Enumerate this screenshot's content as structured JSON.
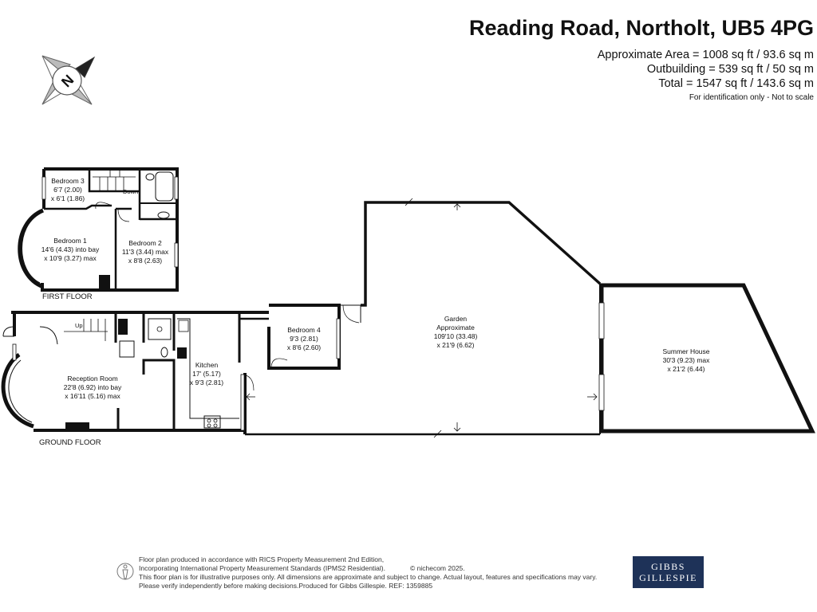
{
  "header": {
    "title": "Reading Road, Northolt, UB5 4PG",
    "area_lines": [
      "Approximate Area = 1008 sq ft / 93.6 sq m",
      "Outbuilding = 539 sq ft / 50 sq m",
      "Total = 1547 sq ft / 143.6 sq m"
    ],
    "disclaimer": "For identification only - Not to scale"
  },
  "compass": {
    "letter": "N"
  },
  "floors": {
    "first": "FIRST FLOOR",
    "ground": "GROUND FLOOR"
  },
  "rooms": {
    "bedroom3": {
      "name": "Bedroom 3",
      "dim1": "6'7 (2.00)",
      "dim2": "x 6'1 (1.86)"
    },
    "bedroom1": {
      "name": "Bedroom 1",
      "dim1": "14'6 (4.43) into bay",
      "dim2": "x 10'9 (3.27) max"
    },
    "bedroom2": {
      "name": "Bedroom 2",
      "dim1": "11'3 (3.44) max",
      "dim2": "x 8'8 (2.63)"
    },
    "reception": {
      "name": "Reception Room",
      "dim1": "22'8 (6.92) into bay",
      "dim2": "x 16'11 (5.16) max"
    },
    "kitchen": {
      "name": "Kitchen",
      "dim1": "17' (5.17)",
      "dim2": "x 9'3 (2.81)"
    },
    "bedroom4": {
      "name": "Bedroom 4",
      "dim1": "9'3 (2.81)",
      "dim2": "x 8'6 (2.60)"
    },
    "garden": {
      "name": "Garden",
      "line2": "Approximate",
      "dim1": "109'10 (33.48)",
      "dim2": "x 21'9 (6.62)"
    },
    "summer_house": {
      "name": "Summer House",
      "dim1": "30'3 (9.23) max",
      "dim2": "x 21'2 (6.44)"
    }
  },
  "stairs": {
    "down": "Down",
    "up": "Up"
  },
  "footer": {
    "lines": [
      "Floor plan produced in accordance with RICS Property Measurement 2nd Edition,",
      "Incorporating International Property Measurement Standards (IPMS2 Residential).",
      "This floor plan is for illustrative purposes only. All dimensions are approximate and subject to change. Actual layout, features and specifications may vary.",
      "Please verify independently before making decisions.Produced for Gibbs Gillespie.   REF:  1359885"
    ],
    "copyright": "© nichecom 2025."
  },
  "logo": {
    "line1": "GIBBS",
    "line2": "GILLESPIE",
    "color": "#1e3258"
  },
  "icons": {
    "compass": "compass-icon",
    "person": "person-icon"
  }
}
